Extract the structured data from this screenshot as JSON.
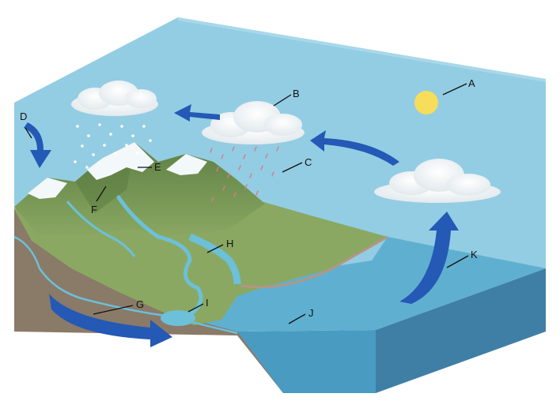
{
  "diagram": {
    "labels": {
      "A": "A",
      "B": "B",
      "C": "C",
      "D": "D",
      "E": "E",
      "F": "F",
      "G": "G",
      "H": "H",
      "I": "I",
      "J": "J",
      "K": "K"
    },
    "colors": {
      "sky": "#93cde3",
      "sky_side": "#78b9d3",
      "sea": "#5fb0d0",
      "sea_side": "#3f86ab",
      "land": "#8aa862",
      "mountain": "#6f9150",
      "soil": "#8a7a68",
      "snow": "#f3f8fa",
      "sun": "#f7dd5c",
      "arrow": "#2459b5",
      "river": "#6cc0d8"
    },
    "icons": [
      "sun-icon",
      "cloud-icon",
      "snow-icon",
      "rain-icon",
      "arrow-icon"
    ]
  }
}
